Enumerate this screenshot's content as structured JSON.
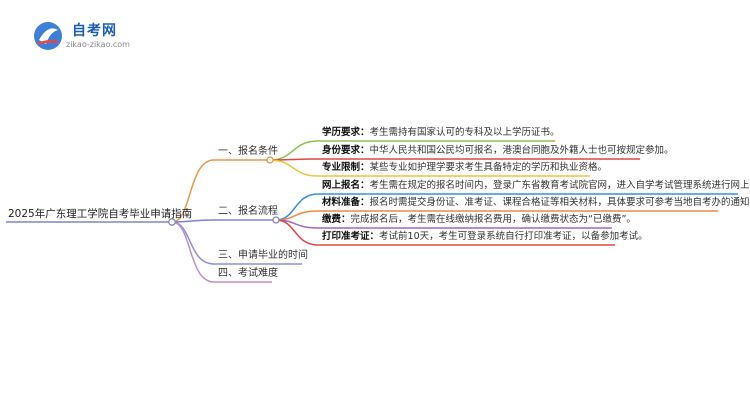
{
  "site": {
    "title": "自考网",
    "url": "zikao-zikao.com"
  },
  "mindmap": {
    "root": "2025年广东理工学院自考毕业申请指南",
    "branches": [
      {
        "label": "一、报名条件",
        "color": "#e8954a",
        "children": [
          {
            "label": "学历要求",
            "text": "考生需持有国家认可的专科及以上学历证书。",
            "color": "#8cc152"
          },
          {
            "label": "身份要求",
            "text": "中华人民共和国公民均可报名，港澳台同胞及外籍人士也可按规定参加。",
            "color": "#e0463f"
          },
          {
            "label": "专业限制",
            "text": "某些专业如护理学要求考生具备特定的学历和执业资格。",
            "color": "#f0c23a"
          }
        ]
      },
      {
        "label": "二、报名流程",
        "color": "#7f85c9",
        "children": [
          {
            "label": "网上报名",
            "text": "考生需在规定的报名时间内，登录广东省教育考试院官网，进入自学考试管理系统进行网上报名。",
            "color": "#3a8fd6"
          },
          {
            "label": "材料准备",
            "text": "报名时需提交身份证、准考证、课程合格证等相关材料，具体要求可参考当地自考办的通知。",
            "color": "#f08a3c"
          },
          {
            "label": "缴费",
            "text": "完成报名后，考生需在线缴纳报名费用，确认缴费状态为“已缴费”。",
            "color": "#a366c9"
          },
          {
            "label": "打印准考证",
            "text": "考试前10天，考生可登录系统自行打印准考证，以备参加考试。",
            "color": "#e0463f"
          }
        ]
      },
      {
        "label": "三、申请毕业的时间",
        "color": "#8f8fd6",
        "children": []
      },
      {
        "label": "四、考试难度",
        "color": "#b98fd0",
        "children": []
      }
    ]
  }
}
